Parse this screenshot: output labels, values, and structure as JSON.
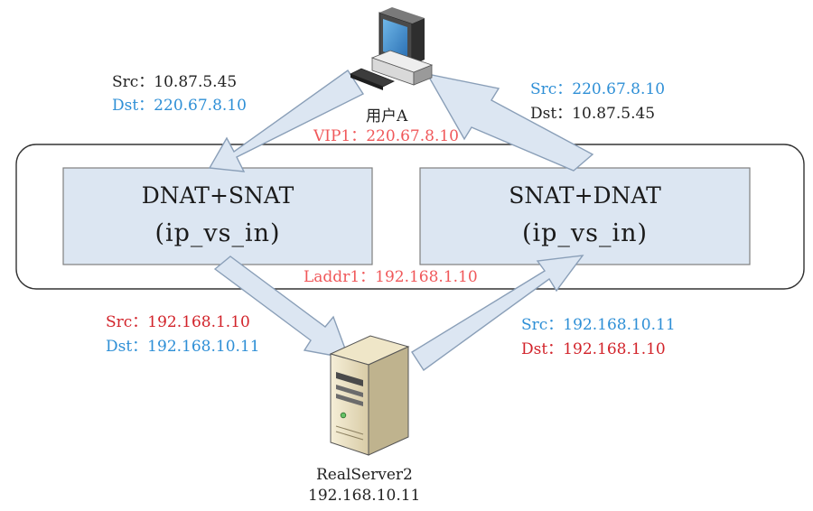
{
  "user": {
    "label": "用户A"
  },
  "vip": {
    "label": "VIP1：220.67.8.10"
  },
  "laddr": {
    "label": "Laddr1：192.168.1.10"
  },
  "left_box": {
    "title": "DNAT+SNAT",
    "subtitle": "(ip_vs_in)"
  },
  "right_box": {
    "title": "SNAT+DNAT",
    "subtitle": "(ip_vs_in)"
  },
  "top_left_packet": {
    "src": "Src：10.87.5.45",
    "dst": "Dst：220.67.8.10"
  },
  "top_right_packet": {
    "src": "Src：220.67.8.10",
    "dst": "Dst：10.87.5.45"
  },
  "bottom_left_packet": {
    "src": "Src：192.168.1.10",
    "dst": "Dst：192.168.10.11"
  },
  "bottom_right_packet": {
    "src": "Src：192.168.10.11",
    "dst": "Dst：192.168.1.10"
  },
  "server": {
    "name": "RealServer2",
    "ip": "192.168.10.11"
  },
  "colors": {
    "black_text": "#222222",
    "blue_text": "#2e8fd6",
    "red_text": "#d2232a",
    "salmon_text": "#f0585a",
    "box_fill": "#dce6f2",
    "box_border": "#7f7f7f",
    "arrow_fill": "#dce6f2",
    "arrow_border": "#8a9fb8"
  },
  "icons": [
    "computer-icon",
    "server-icon"
  ]
}
